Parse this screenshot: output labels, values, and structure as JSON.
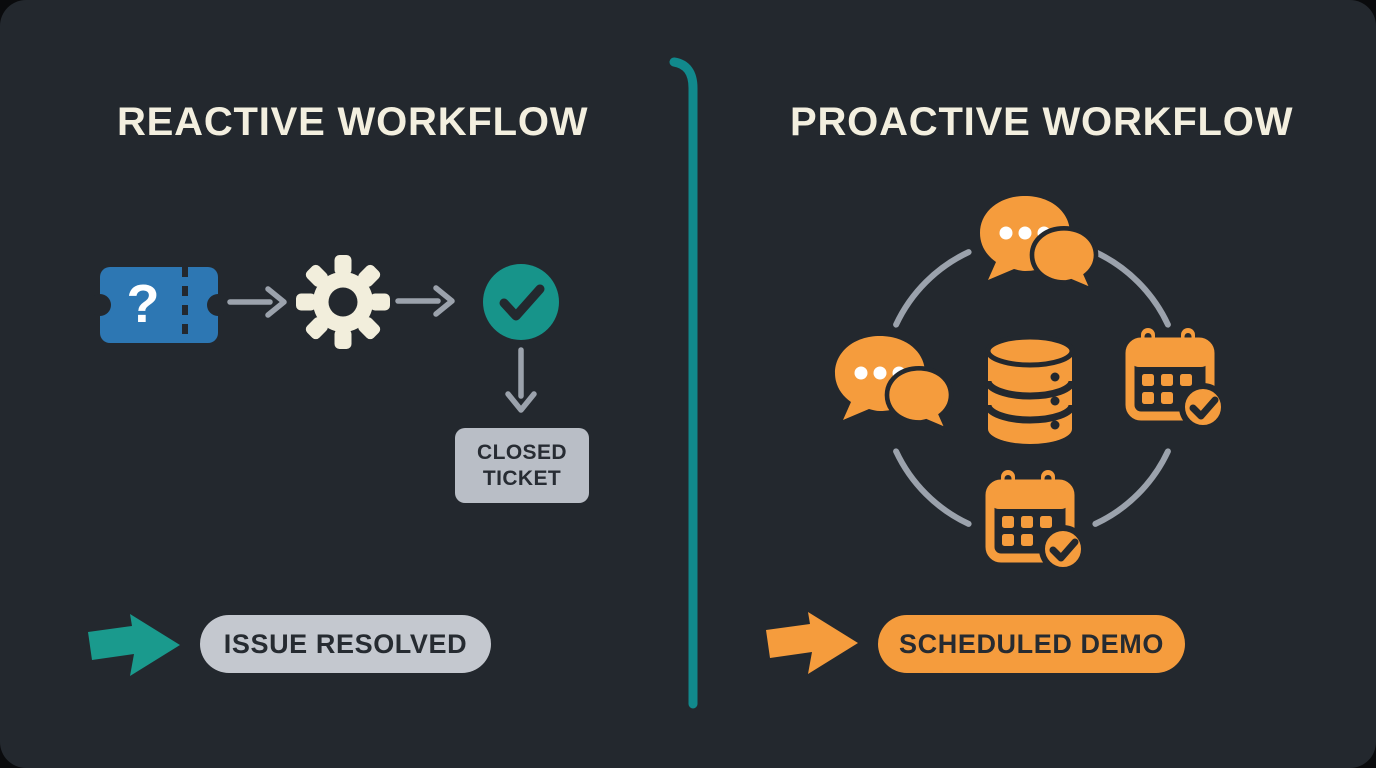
{
  "card": {
    "background": "#23282E",
    "outer_background": "#0A0B0D"
  },
  "left_panel": {
    "title": "REACTIVE WORKFLOW",
    "flow": {
      "ticket_text": "?",
      "step_icons": [
        "ticket-question-icon",
        "gear-icon",
        "check-circle-icon"
      ],
      "closed_ticket": {
        "line1": "CLOSED",
        "line2": "TICKET"
      }
    },
    "result": {
      "label": "ISSUE RESOLVED"
    }
  },
  "right_panel": {
    "title": "PROACTIVE WORKFLOW",
    "cycle_icons": [
      "chat-bubbles-icon",
      "chat-bubbles-icon",
      "database-icon",
      "calendar-check-icon",
      "calendar-check-icon"
    ],
    "result": {
      "label": "SCHEDULED DEMO"
    }
  },
  "colors": {
    "teal": "#17948A",
    "orange": "#F59C3D",
    "blue": "#2D77B3",
    "cream": "#F3EFDF",
    "arrow_gray": "#9BA2AC",
    "box_gray": "#B9BEC6",
    "pill_gray": "#C4C8CF",
    "dark": "#23282E"
  }
}
